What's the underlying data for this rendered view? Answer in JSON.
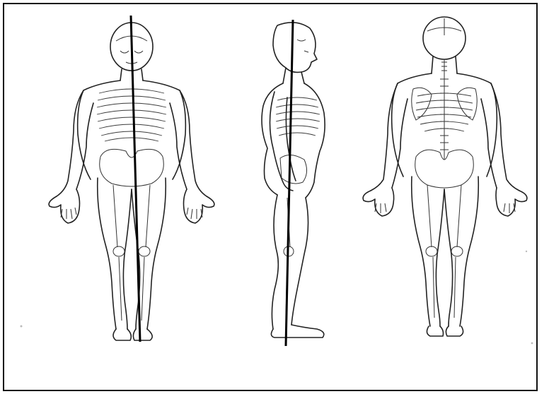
{
  "figures": [
    {
      "id": "front",
      "view": "anterior"
    },
    {
      "id": "side",
      "view": "lateral"
    },
    {
      "id": "back",
      "view": "posterior"
    }
  ],
  "colors": {
    "line": "#222222",
    "plumb_line": "#000000",
    "background": "#ffffff",
    "border": "#111111"
  },
  "icons": [
    "plumb-line",
    "skeleton-figure"
  ]
}
